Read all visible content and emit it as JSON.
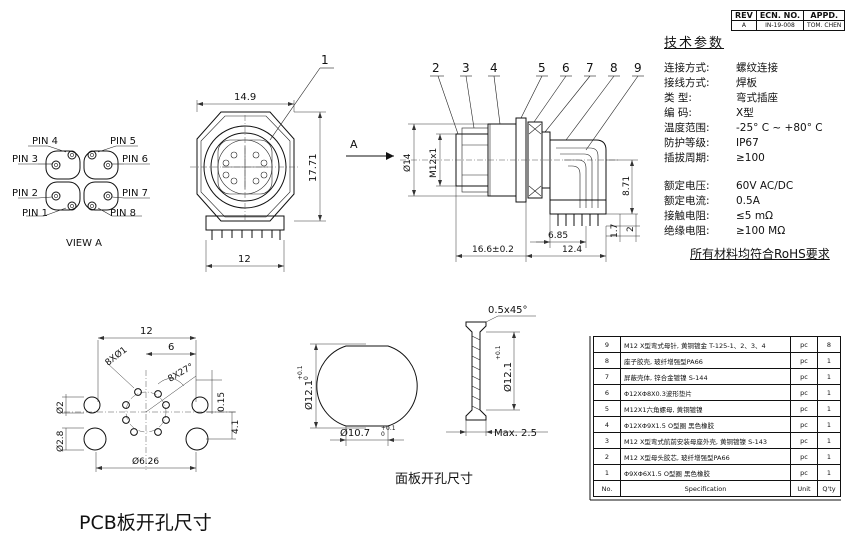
{
  "revision_block": {
    "headers": [
      "REV",
      "ECN. NO.",
      "APPD."
    ],
    "values": [
      "A",
      "IN-19-008",
      "TOM. CHEN"
    ]
  },
  "specs": {
    "title": "技术参数",
    "rows": [
      {
        "k": "连接方式:",
        "v": "螺纹连接"
      },
      {
        "k": "接线方式:",
        "v": "焊板"
      },
      {
        "k": "类    型:",
        "v": "弯式插座"
      },
      {
        "k": "编    码:",
        "v": "X型"
      },
      {
        "k": "温度范围:",
        "v": "-25° C ~ +80° C"
      },
      {
        "k": "防护等级:",
        "v": "IP67"
      },
      {
        "k": "插拔周期:",
        "v": "≥100"
      },
      {
        "k": "额定电压:",
        "v": "60V AC/DC"
      },
      {
        "k": "额定电流:",
        "v": "0.5A"
      },
      {
        "k": "接触电阻:",
        "v": "≤5 mΩ"
      },
      {
        "k": "绝缘电阻:",
        "v": "≥100 MΩ"
      }
    ],
    "note": "所有材料均符合RoHS要求"
  },
  "bom": {
    "rows": [
      {
        "no": "9",
        "spec": "M12 X型弯式母针, 黄铜镀金 T-125-1、2、3、4",
        "unit": "pc",
        "qty": "8"
      },
      {
        "no": "8",
        "spec": "座子胶壳, 玻纤增强型PA66",
        "unit": "pc",
        "qty": "1"
      },
      {
        "no": "7",
        "spec": "屏蔽壳体, 锌合金镀镍  S-144",
        "unit": "pc",
        "qty": "1"
      },
      {
        "no": "6",
        "spec": "Φ12XΦ8X0.3波形垫片",
        "unit": "pc",
        "qty": "1"
      },
      {
        "no": "5",
        "spec": "M12X1六角螺母, 黄铜镀镍",
        "unit": "pc",
        "qty": "1"
      },
      {
        "no": "4",
        "spec": "Φ12XΦ9X1.5 O型圈  黑色橡胶",
        "unit": "pc",
        "qty": "1"
      },
      {
        "no": "3",
        "spec": "M12 X型弯式航前安装母座外壳, 黄铜镀镍 S-143",
        "unit": "pc",
        "qty": "1"
      },
      {
        "no": "2",
        "spec": "M12 X型母头胶芯, 玻纤增强型PA66",
        "unit": "pc",
        "qty": "1"
      },
      {
        "no": "1",
        "spec": "Φ9XΦ6X1.5 O型圈  黑色橡胶",
        "unit": "pc",
        "qty": "1"
      }
    ],
    "header": {
      "no": "No.",
      "spec": "Specification",
      "unit": "Unit",
      "qty": "Q'ty"
    }
  },
  "view_a": {
    "pins": [
      "PIN 1",
      "PIN 2",
      "PIN 3",
      "PIN 4",
      "PIN 5",
      "PIN 6",
      "PIN 7",
      "PIN 8"
    ],
    "label": "VIEW A"
  },
  "front_view": {
    "callout": "1",
    "dim_top": "14.9",
    "dim_right": "17.71",
    "dim_bottom": "12"
  },
  "side_view": {
    "callouts": [
      "2",
      "3",
      "4",
      "5",
      "6",
      "7",
      "8",
      "9"
    ],
    "arrow_label": "A",
    "dim_d14": "Ø14",
    "dim_thread": "M12x1",
    "dim_8_71": "8.71",
    "dim_6_85": "6.85",
    "dim_1_7": "1.7",
    "dim_2": "2",
    "dim_16_6": "16.6±0.2",
    "dim_12_4": "12.4"
  },
  "pcb_view": {
    "dim_12": "12",
    "dim_6": "6",
    "dim_8x1": "8XØ1",
    "dim_8x27": "8X27°",
    "dim_0_15": "0.15",
    "dim_4_1": "4.1",
    "dim_d2": "Ø2",
    "dim_d2_8": "Ø2.8",
    "dim_d6_26": "Ø6.26"
  },
  "panel_view": {
    "dim_d12_1": "Ø12.1",
    "tol_d12_1": "+0.1",
    "tol_d12_1_low": "0",
    "dim_10_7": "Ø10.7",
    "tol_10_7": "+0.1",
    "tol_10_7_low": "0",
    "dim_chamfer": "0.5x45°",
    "dim_max": "Max. 2.5"
  },
  "captions": {
    "panel": "面板开孔尺寸",
    "pcb": "PCB板开孔尺寸"
  }
}
